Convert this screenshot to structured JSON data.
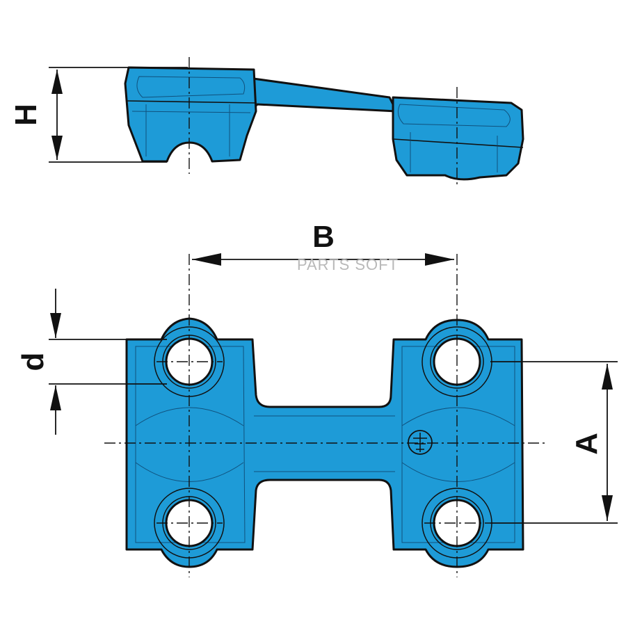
{
  "dimensions": {
    "height_label": "H",
    "spacing_label": "B",
    "hole_diameter_label": "d",
    "offset_label": "A"
  },
  "watermark": "PARTS SOFT",
  "colors": {
    "part_fill": "#1e9bd7",
    "outline": "#111111",
    "background": "#ffffff"
  }
}
